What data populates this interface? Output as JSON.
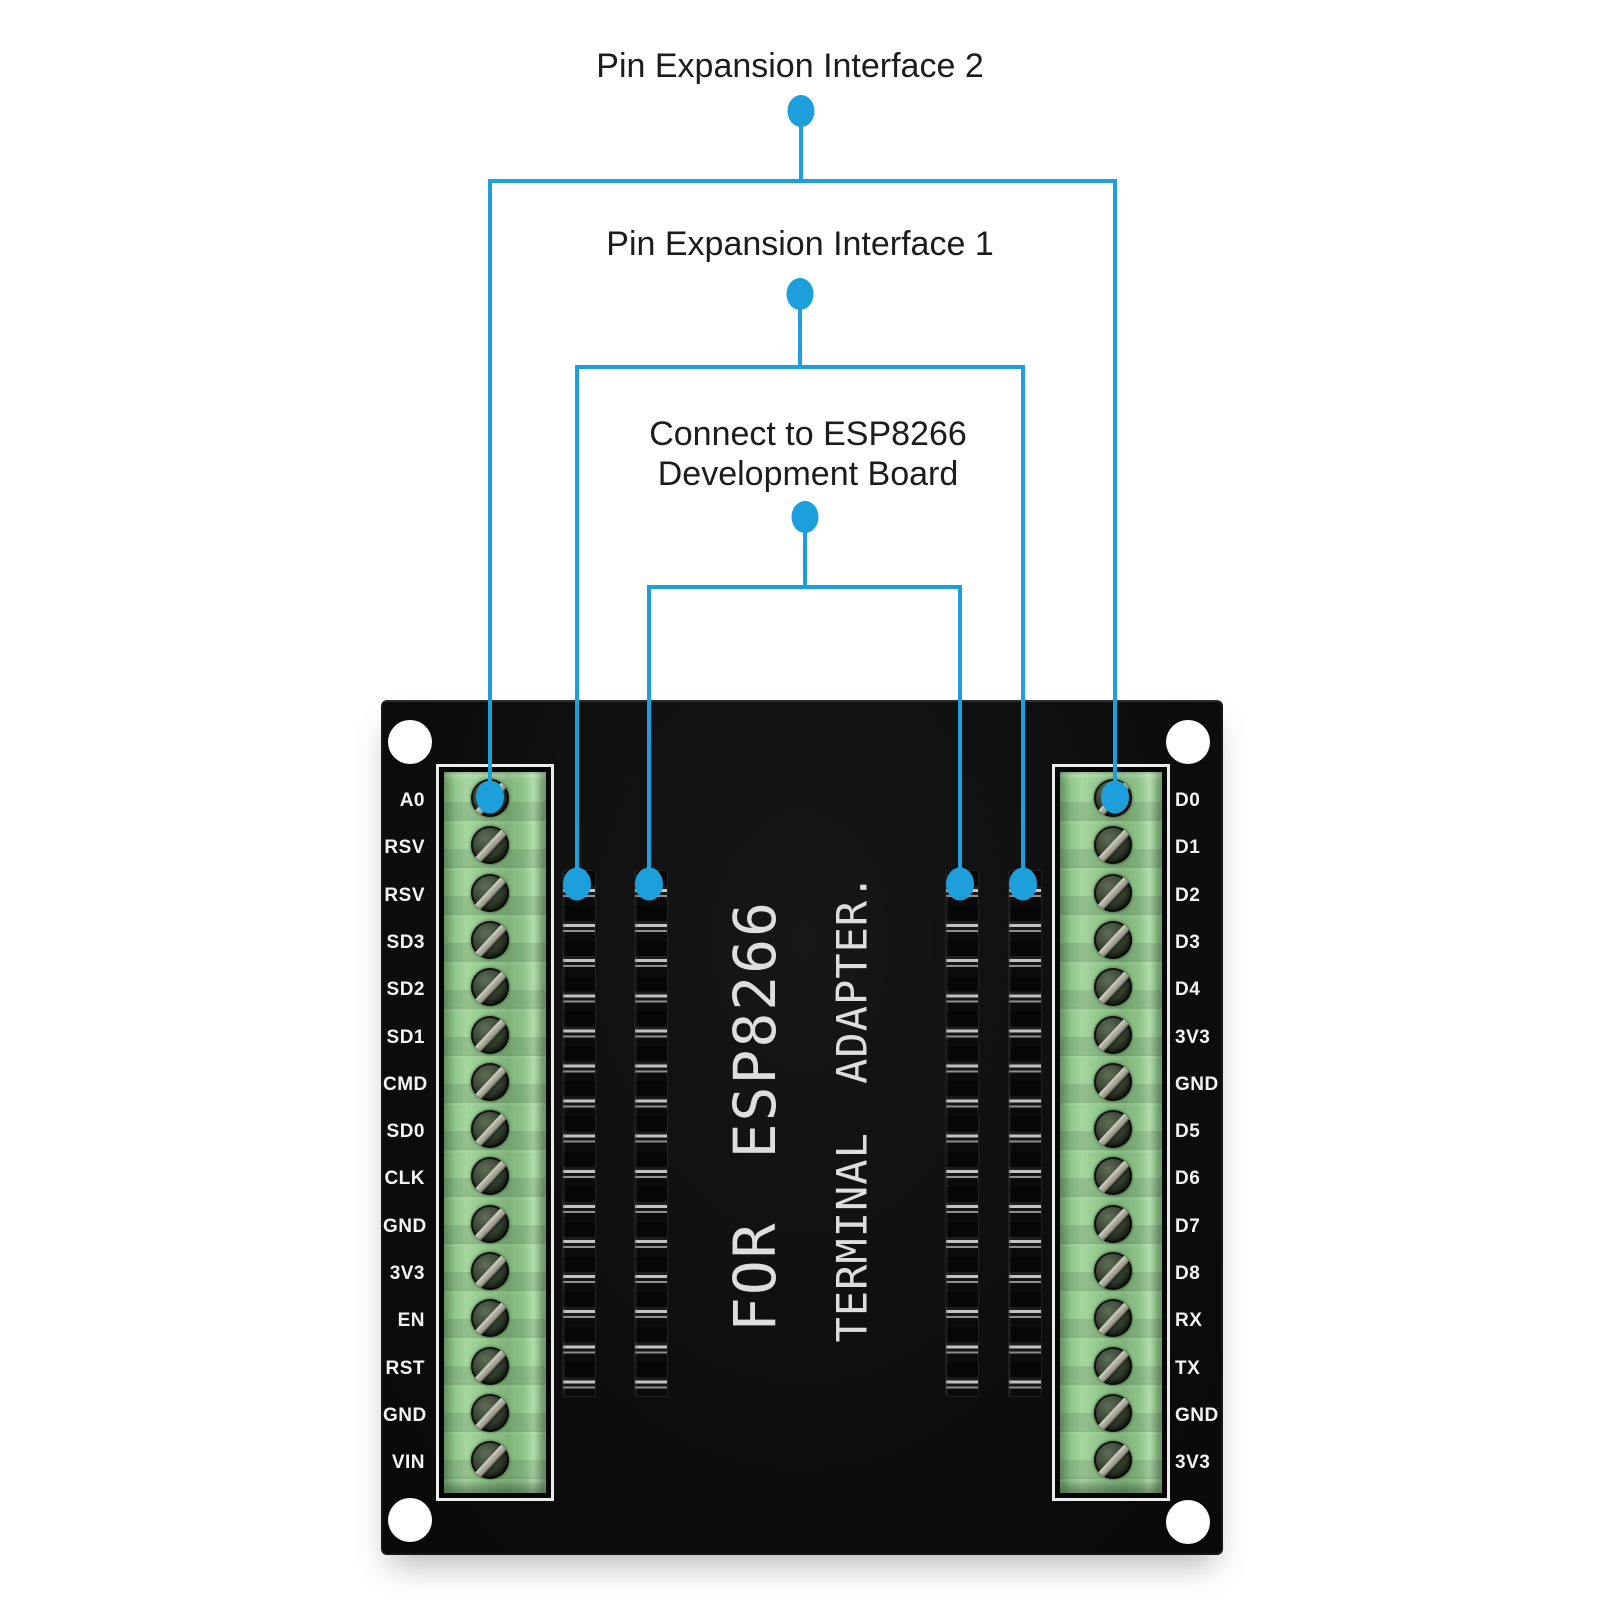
{
  "colors": {
    "callout_blue": "#1d9fdb",
    "pcb_black": "#0e0e0e",
    "terminal_green": "#8bc186",
    "silk_white": "#e9e9e9"
  },
  "callouts": {
    "interface2": {
      "label": "Pin Expansion Interface 2"
    },
    "interface1": {
      "label": "Pin Expansion Interface 1"
    },
    "connect": {
      "label_line1": "Connect to ESP8266",
      "label_line2": "Development Board"
    }
  },
  "board": {
    "silk_line1": "FOR ESP8266",
    "silk_line2": "TERMINAL ADAPTER.",
    "left_pin_labels": [
      "A0",
      "RSV",
      "RSV",
      "SD3",
      "SD2",
      "SD1",
      "CMD",
      "SD0",
      "CLK",
      "GND",
      "3V3",
      "EN",
      "RST",
      "GND",
      "VIN"
    ],
    "right_pin_labels": [
      "D0",
      "D1",
      "D2",
      "D3",
      "D4",
      "3V3",
      "GND",
      "D5",
      "D6",
      "D7",
      "D8",
      "RX",
      "TX",
      "GND",
      "3V3"
    ]
  }
}
